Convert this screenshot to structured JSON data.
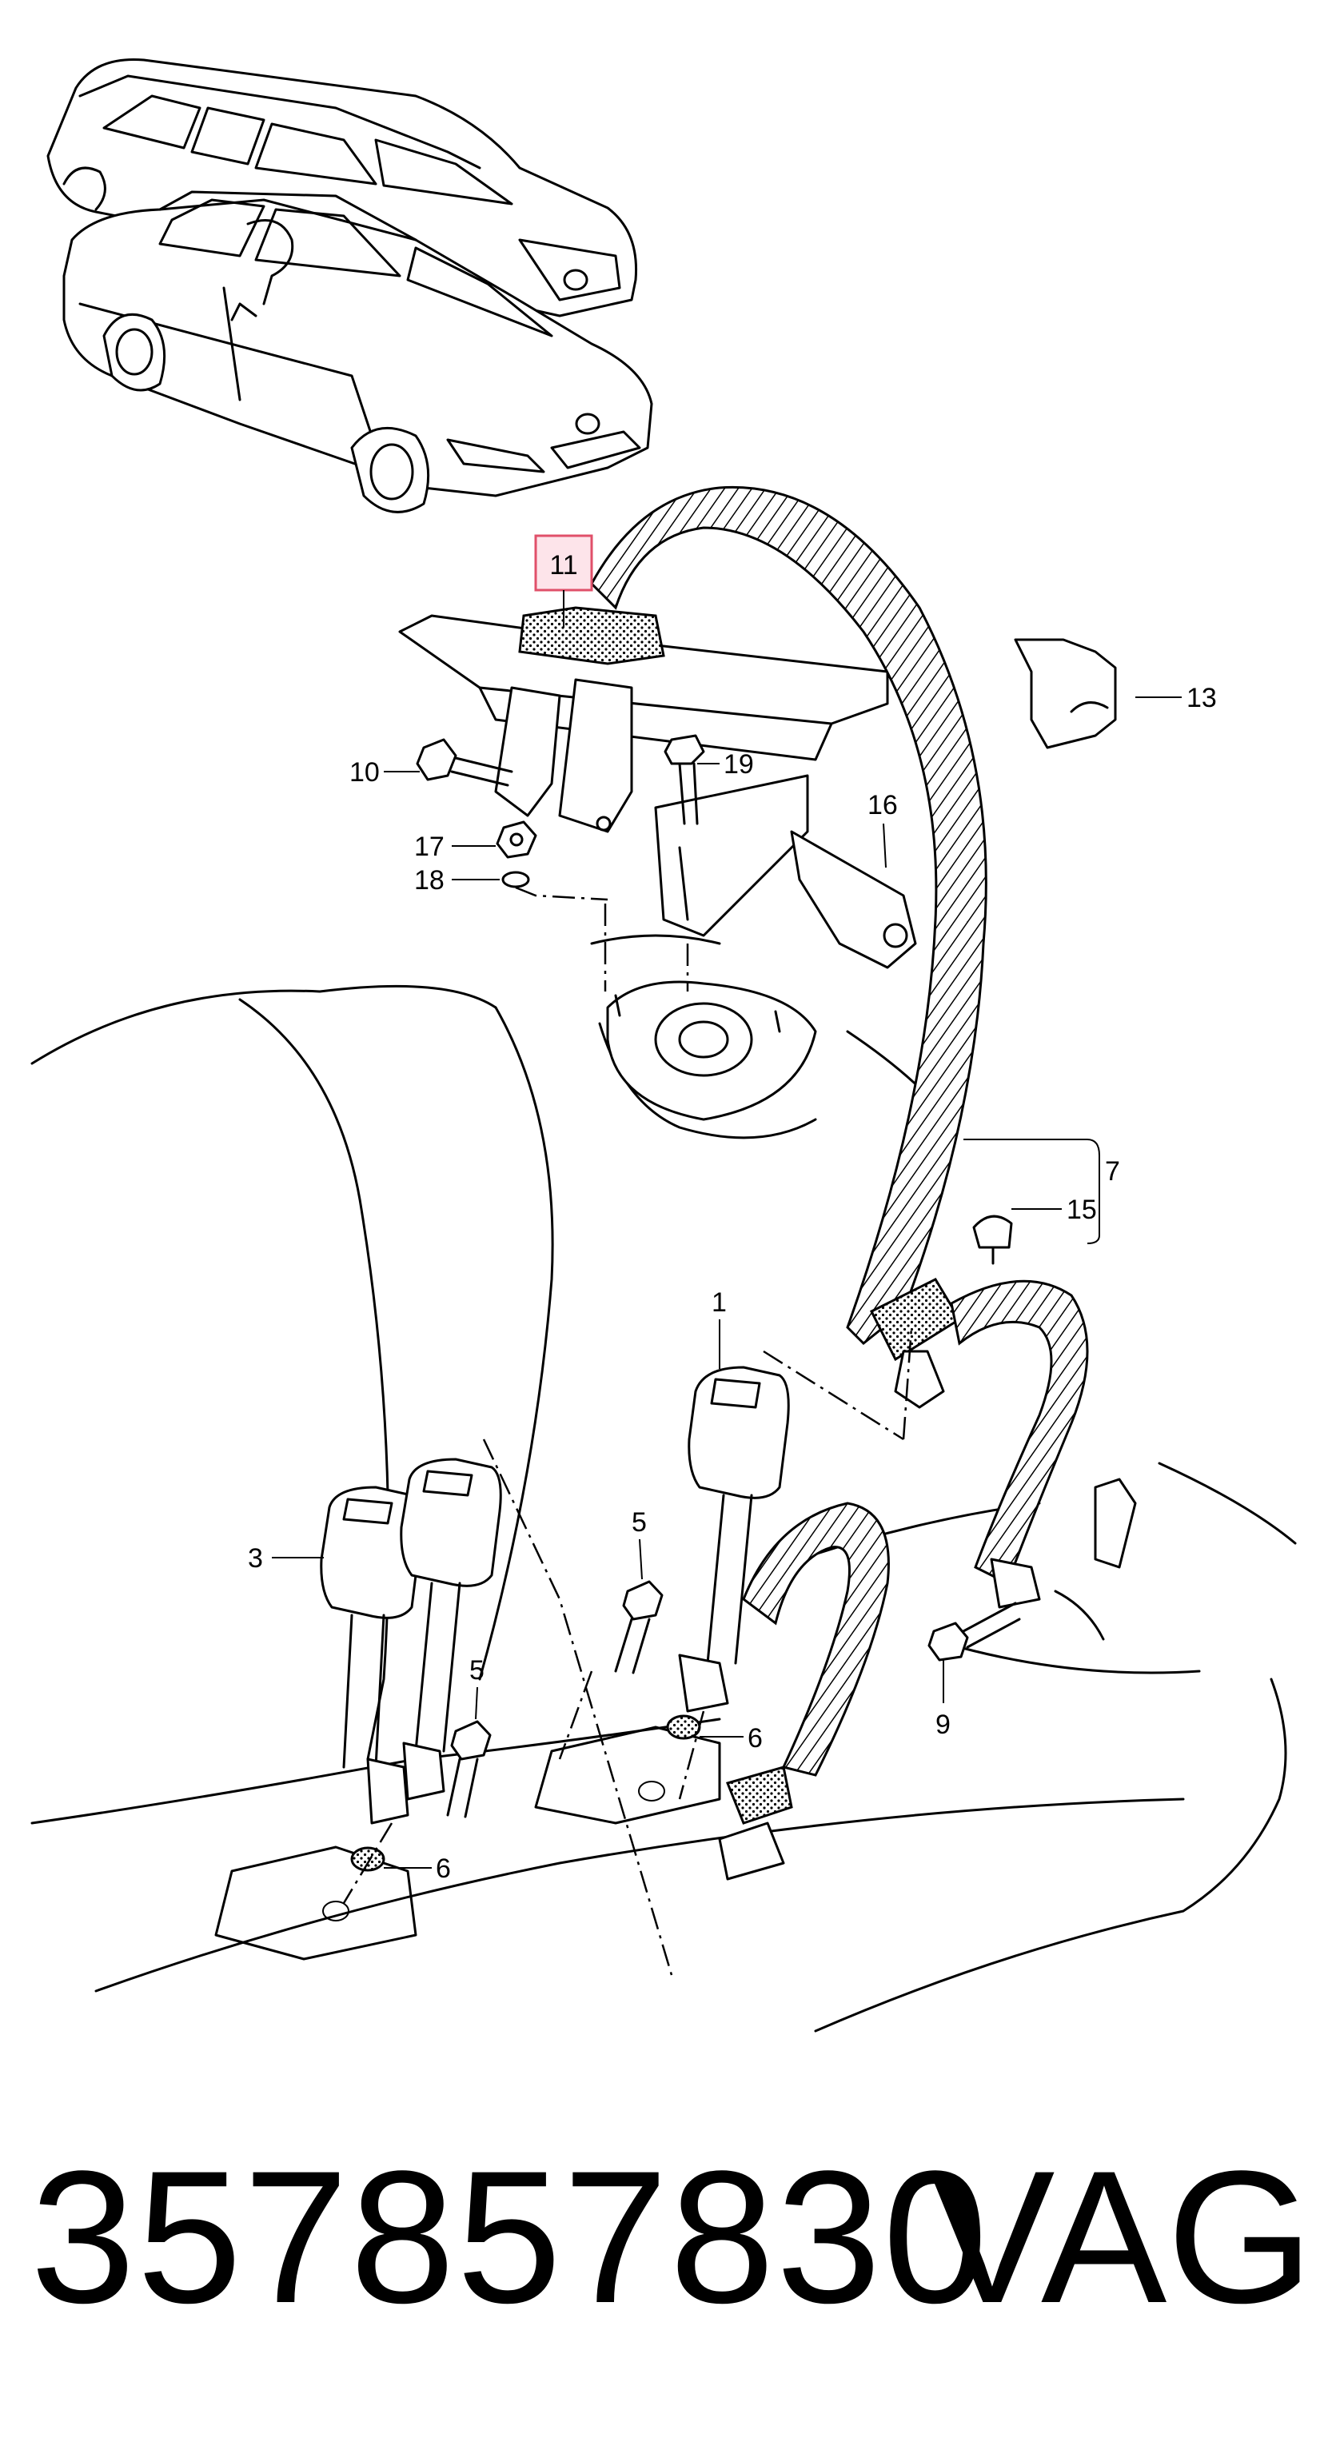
{
  "diagram": {
    "callouts": {
      "c1": "1",
      "c3": "3",
      "c5a": "5",
      "c5b": "5",
      "c6a": "6",
      "c6b": "6",
      "c7": "7",
      "c9": "9",
      "c10": "10",
      "c11": "11",
      "c13": "13",
      "c15": "15",
      "c16": "16",
      "c17": "17",
      "c18": "18",
      "c19": "19"
    },
    "highlighted_callout": "11",
    "highlight_color": "#e0506a"
  },
  "footer": {
    "part_number": "357857830",
    "brand": "VAG"
  }
}
